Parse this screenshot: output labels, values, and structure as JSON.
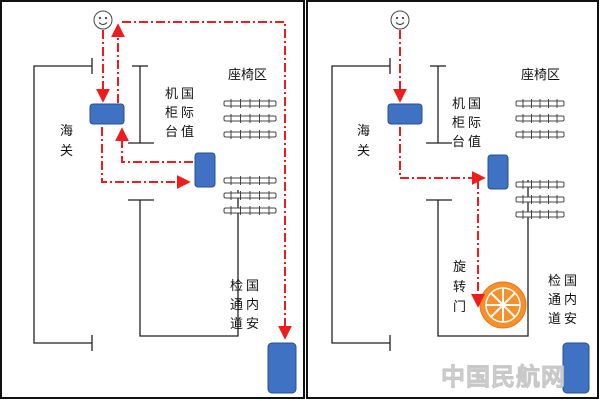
{
  "left_panel": {
    "customs_label": "海关",
    "counter_label": "国际值机柜台",
    "seating_label": "座椅区",
    "security_label": "国内安检通道"
  },
  "right_panel": {
    "customs_label": "海关",
    "counter_label": "国际值机柜台",
    "seating_label": "座椅区",
    "turnstile_label": "旋转门",
    "security_label": "国内安检通道"
  },
  "watermark": "中国民航网",
  "colors": {
    "route": "#ee1c1c",
    "counter_fill": "#3f72c3",
    "counter_stroke": "#24508f",
    "turnstile": "#f7902a",
    "wall": "#222222",
    "bench_stroke": "#444444"
  },
  "icons": {
    "passenger": "smiley-face-icon",
    "turnstile": "revolving-door-icon"
  }
}
